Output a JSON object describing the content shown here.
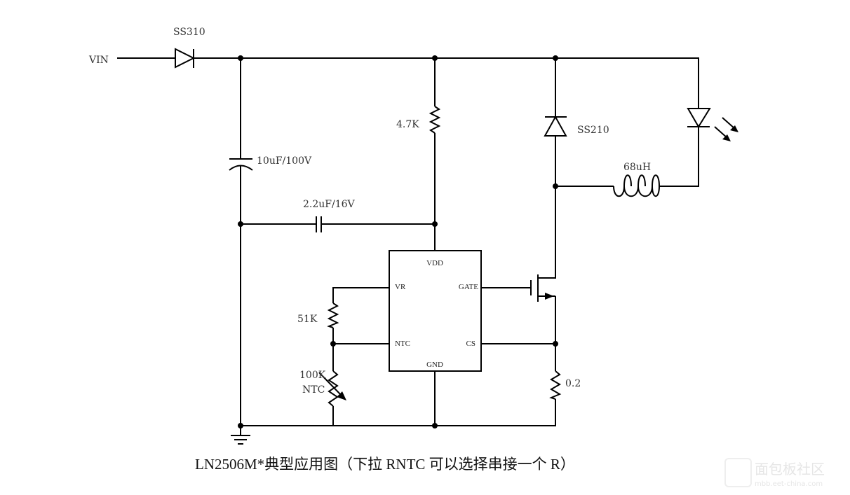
{
  "labels": {
    "vin": "VIN",
    "d1": "SS310",
    "c1": "10uF/100V",
    "c2": "2.2uF/16V",
    "r1": "4.7K",
    "d2": "SS210",
    "l1": "68uH",
    "r2": "51K",
    "ntc_value": "100K",
    "ntc_name": "NTC",
    "rs": "0.2"
  },
  "ic": {
    "vdd": "VDD",
    "vr": "VR",
    "gate": "GATE",
    "ntc": "NTC",
    "cs": "CS",
    "gnd": "GND"
  },
  "caption": "LN2506M*典型应用图（下拉 RNTC 可以选择串接一个 R）",
  "watermark": {
    "name": "面包板社区",
    "url": "mbb.eet-china.com"
  }
}
